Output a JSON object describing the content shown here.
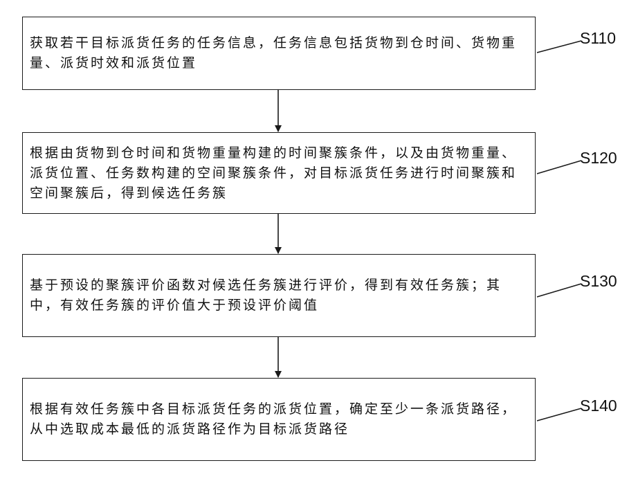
{
  "steps": [
    {
      "label": "S110",
      "text": "获取若干目标派货任务的任务信息，任务信息包括货物到仓时间、货物重量、派货时效和派货位置"
    },
    {
      "label": "S120",
      "text": "根据由货物到仓时间和货物重量构建的时间聚簇条件，以及由货物重量、派货位置、任务数构建的空间聚簇条件，对目标派货任务进行时间聚簇和空间聚簇后，得到候选任务簇"
    },
    {
      "label": "S130",
      "text": "基于预设的聚簇评价函数对候选任务簇进行评价，得到有效任务簇；其中，有效任务簇的评价值大于预设评价阈值"
    },
    {
      "label": "S140",
      "text": "根据有效任务簇中各目标派货任务的派货位置，确定至少一条派货路径，从中选取成本最低的派货路径作为目标派货路径"
    }
  ]
}
